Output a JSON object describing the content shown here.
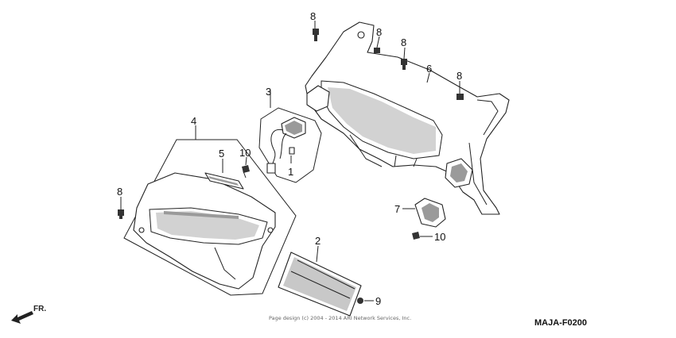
{
  "callouts": {
    "p1": "1",
    "p2": "2",
    "p3": "3",
    "p4": "4",
    "p5": "5",
    "p6": "6",
    "p7": "7",
    "p8a": "8",
    "p8b": "8",
    "p8c": "8",
    "p8d": "8",
    "p8e": "8",
    "p9": "9",
    "p10a": "10",
    "p10b": "10"
  },
  "direction_label": "FR.",
  "diagram_code": "MAJA-F0200",
  "copyright": "Page design (c) 2004 - 2014 ARI Network Services, Inc."
}
